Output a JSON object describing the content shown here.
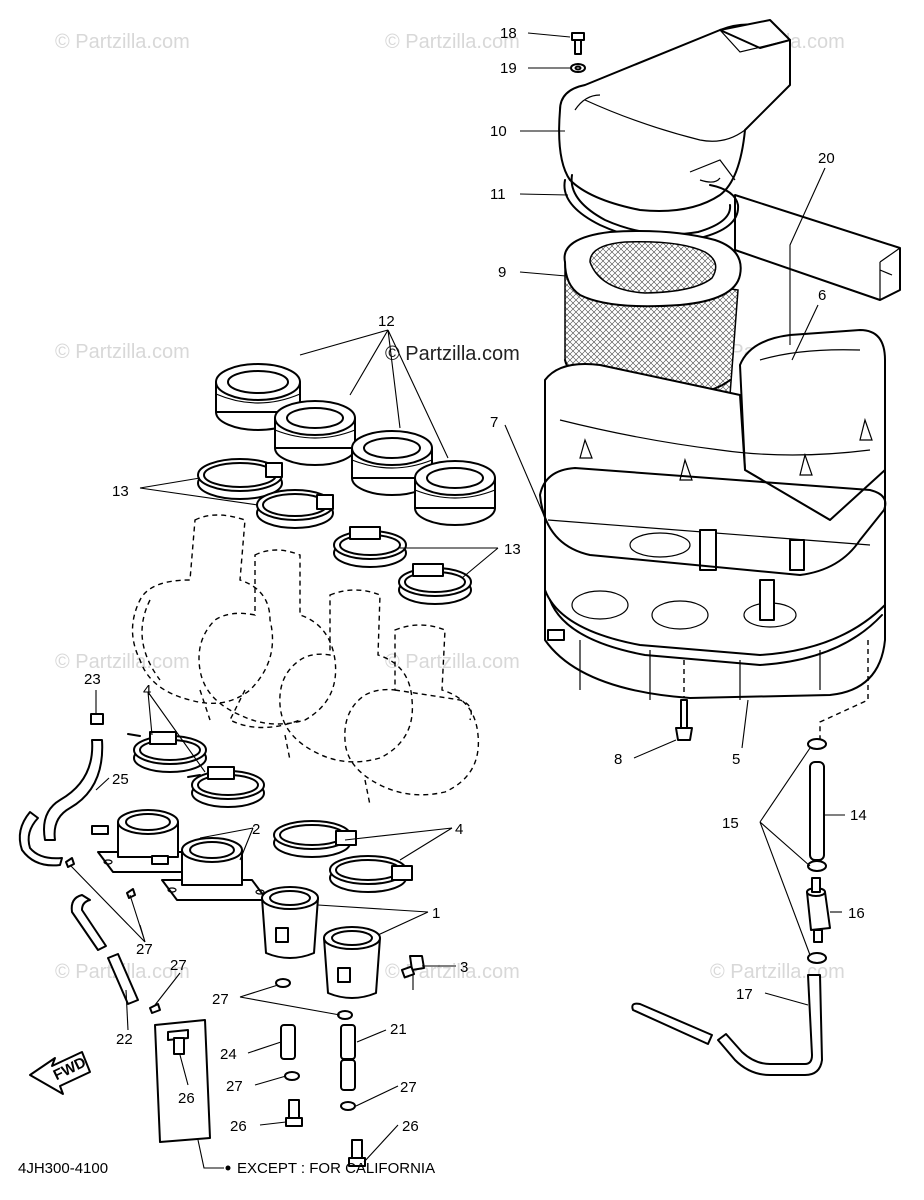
{
  "watermark": {
    "brand": "© Partzilla.com",
    "center_text": "© Partzilla.com"
  },
  "callouts": [
    "1",
    "2",
    "3",
    "4",
    "4",
    "5",
    "6",
    "7",
    "8",
    "9",
    "10",
    "11",
    "12",
    "13",
    "13",
    "14",
    "15",
    "16",
    "17",
    "18",
    "19",
    "20",
    "21",
    "22",
    "23",
    "24",
    "25",
    "26",
    "26",
    "26",
    "27",
    "27",
    "27",
    "27",
    "27"
  ],
  "labels": {
    "p1": "1",
    "p2": "2",
    "p3": "3",
    "p4a": "4",
    "p4b": "4",
    "p5": "5",
    "p6": "6",
    "p7": "7",
    "p8": "8",
    "p9": "9",
    "p10": "10",
    "p11": "11",
    "p12": "12",
    "p13a": "13",
    "p13b": "13",
    "p14": "14",
    "p15": "15",
    "p16": "16",
    "p17": "17",
    "p18": "18",
    "p19": "19",
    "p20": "20",
    "p21": "21",
    "p22": "22",
    "p23": "23",
    "p24": "24",
    "p25": "25",
    "p26a": "26",
    "p26b": "26",
    "p26c": "26",
    "p27a": "27",
    "p27b": "27",
    "p27c": "27",
    "p27d": "27",
    "p27e": "27"
  },
  "fwd_label": "FWD",
  "diagram_code": "4JH300-4100",
  "footnote": "EXCEPT : FOR CALIFORNIA"
}
